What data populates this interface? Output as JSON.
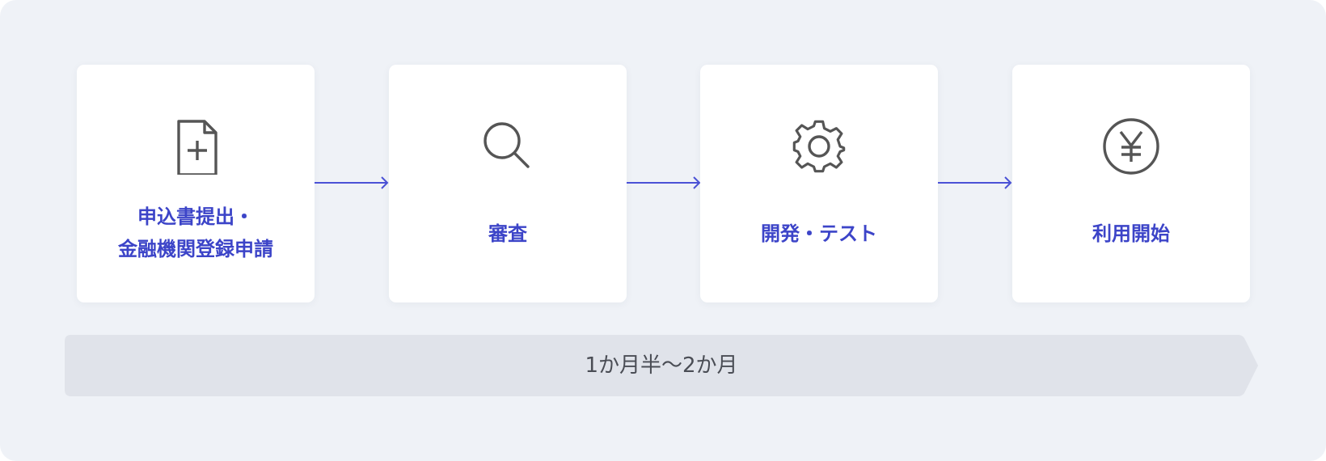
{
  "colors": {
    "panel_bg": "#eff2f7",
    "card_bg": "#ffffff",
    "label": "#3c44c8",
    "arrow": "#4b52d6",
    "icon": "#555555",
    "timeline_bg": "#e0e3ea",
    "timeline_text": "#4a4d55"
  },
  "steps": [
    {
      "icon": "document-add-icon",
      "label_lines": [
        "申込書提出・",
        "金融機関登録申請"
      ]
    },
    {
      "icon": "search-icon",
      "label": "審査"
    },
    {
      "icon": "gear-icon",
      "label": "開発・テスト"
    },
    {
      "icon": "yen-icon",
      "label": "利用開始"
    }
  ],
  "timeline": {
    "duration": "1か月半〜2か月"
  }
}
